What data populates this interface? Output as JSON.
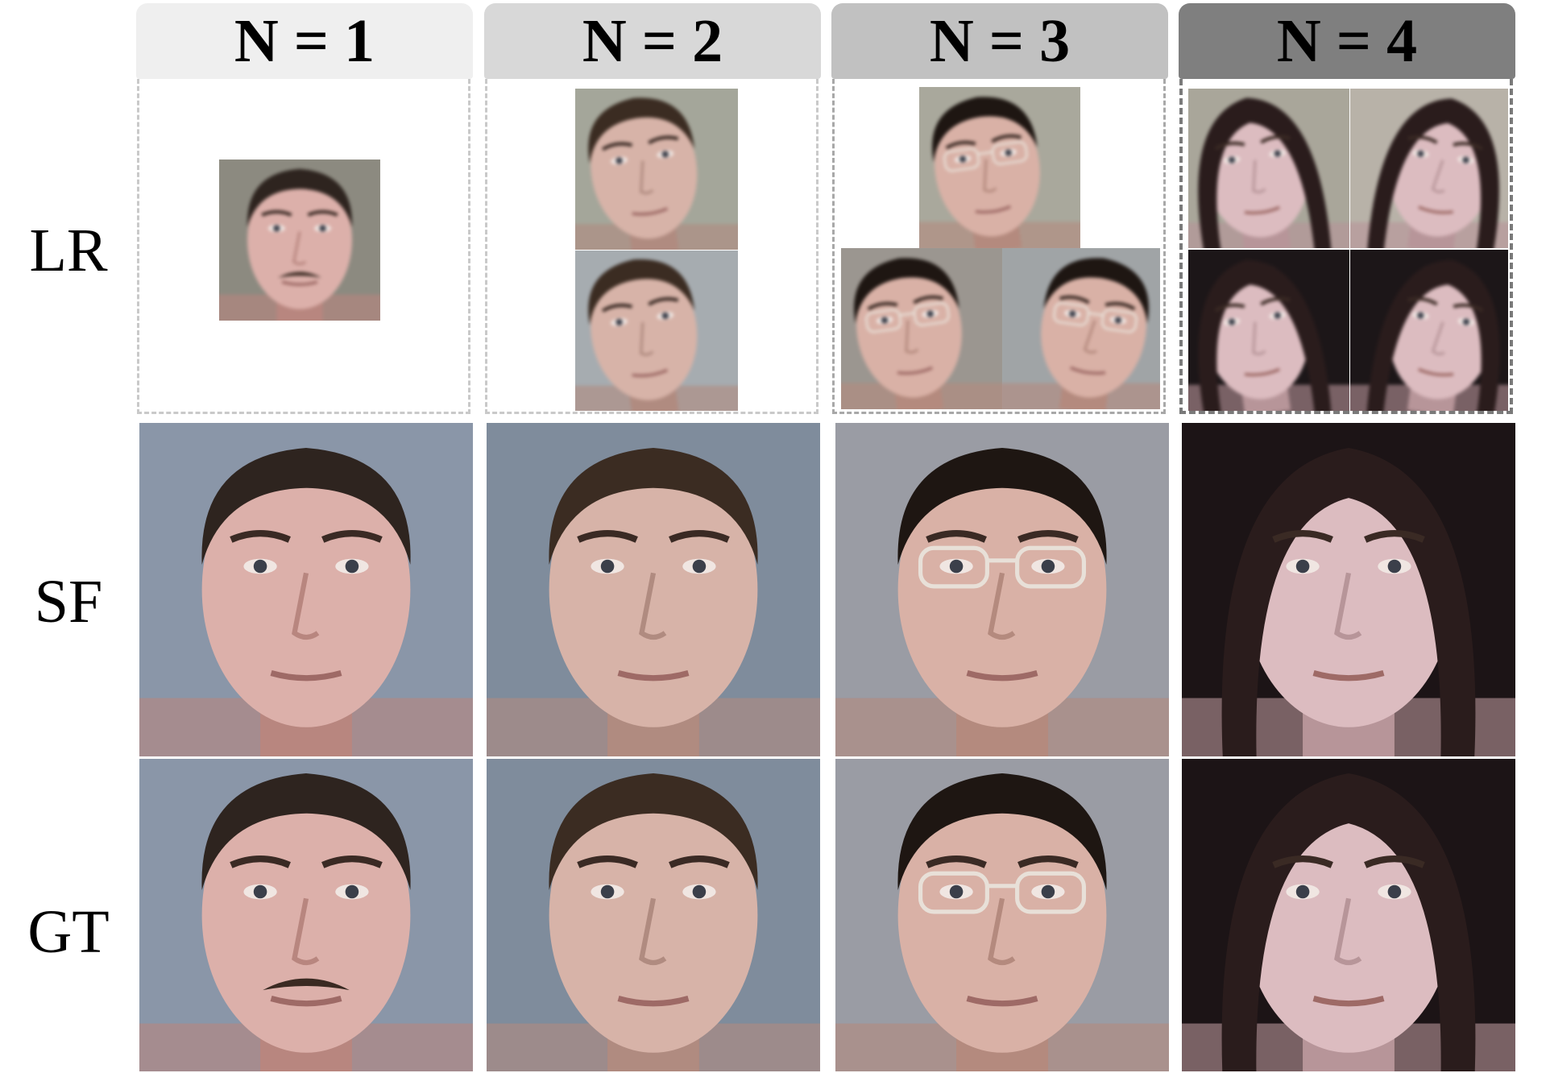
{
  "columns": [
    {
      "label": "N = 1"
    },
    {
      "label": "N = 2"
    },
    {
      "label": "N = 3"
    },
    {
      "label": "N = 4"
    }
  ],
  "rows": [
    {
      "label": "LR"
    },
    {
      "label": "SF"
    },
    {
      "label": "GT"
    }
  ],
  "colors": {
    "header_1": "#efefef",
    "header_2": "#d8d8d8",
    "header_3": "#c1c1c1",
    "header_4": "#7f7f7f",
    "dashed_border": "#c9c9c9"
  }
}
